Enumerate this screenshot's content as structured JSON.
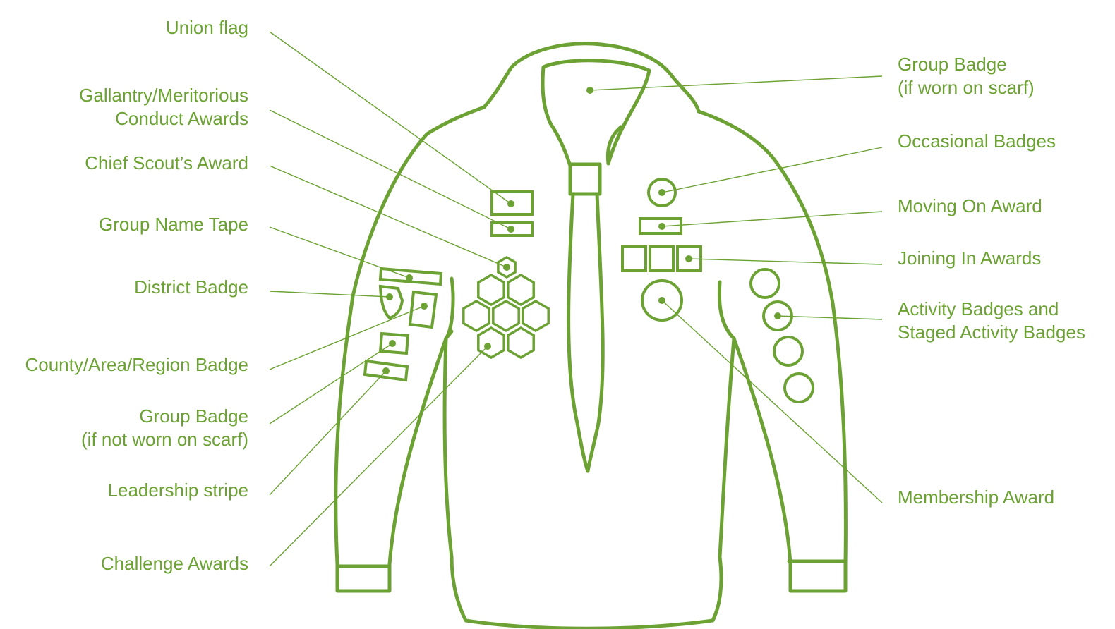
{
  "colors": {
    "line": "#6ca233",
    "text": "#6ca233",
    "background": "#ffffff"
  },
  "labels": {
    "union_flag": "Union flag",
    "gallantry": "Gallantry/Meritorious\nConduct Awards",
    "chief_scout": "Chief Scout’s Award",
    "group_name_tape": "Group Name Tape",
    "district_badge": "District Badge",
    "county_badge": "County/Area/Region Badge",
    "group_badge_not_scarf": "Group Badge\n(if not worn on scarf)",
    "leadership_stripe": "Leadership stripe",
    "challenge_awards": "Challenge Awards",
    "group_badge_scarf": "Group Badge\n(if worn on scarf)",
    "occasional_badges": "Occasional Badges",
    "moving_on": "Moving On Award",
    "joining_in": "Joining In Awards",
    "activity_badges": "Activity Badges and\nStaged Activity Badges",
    "membership_award": "Membership Award"
  }
}
